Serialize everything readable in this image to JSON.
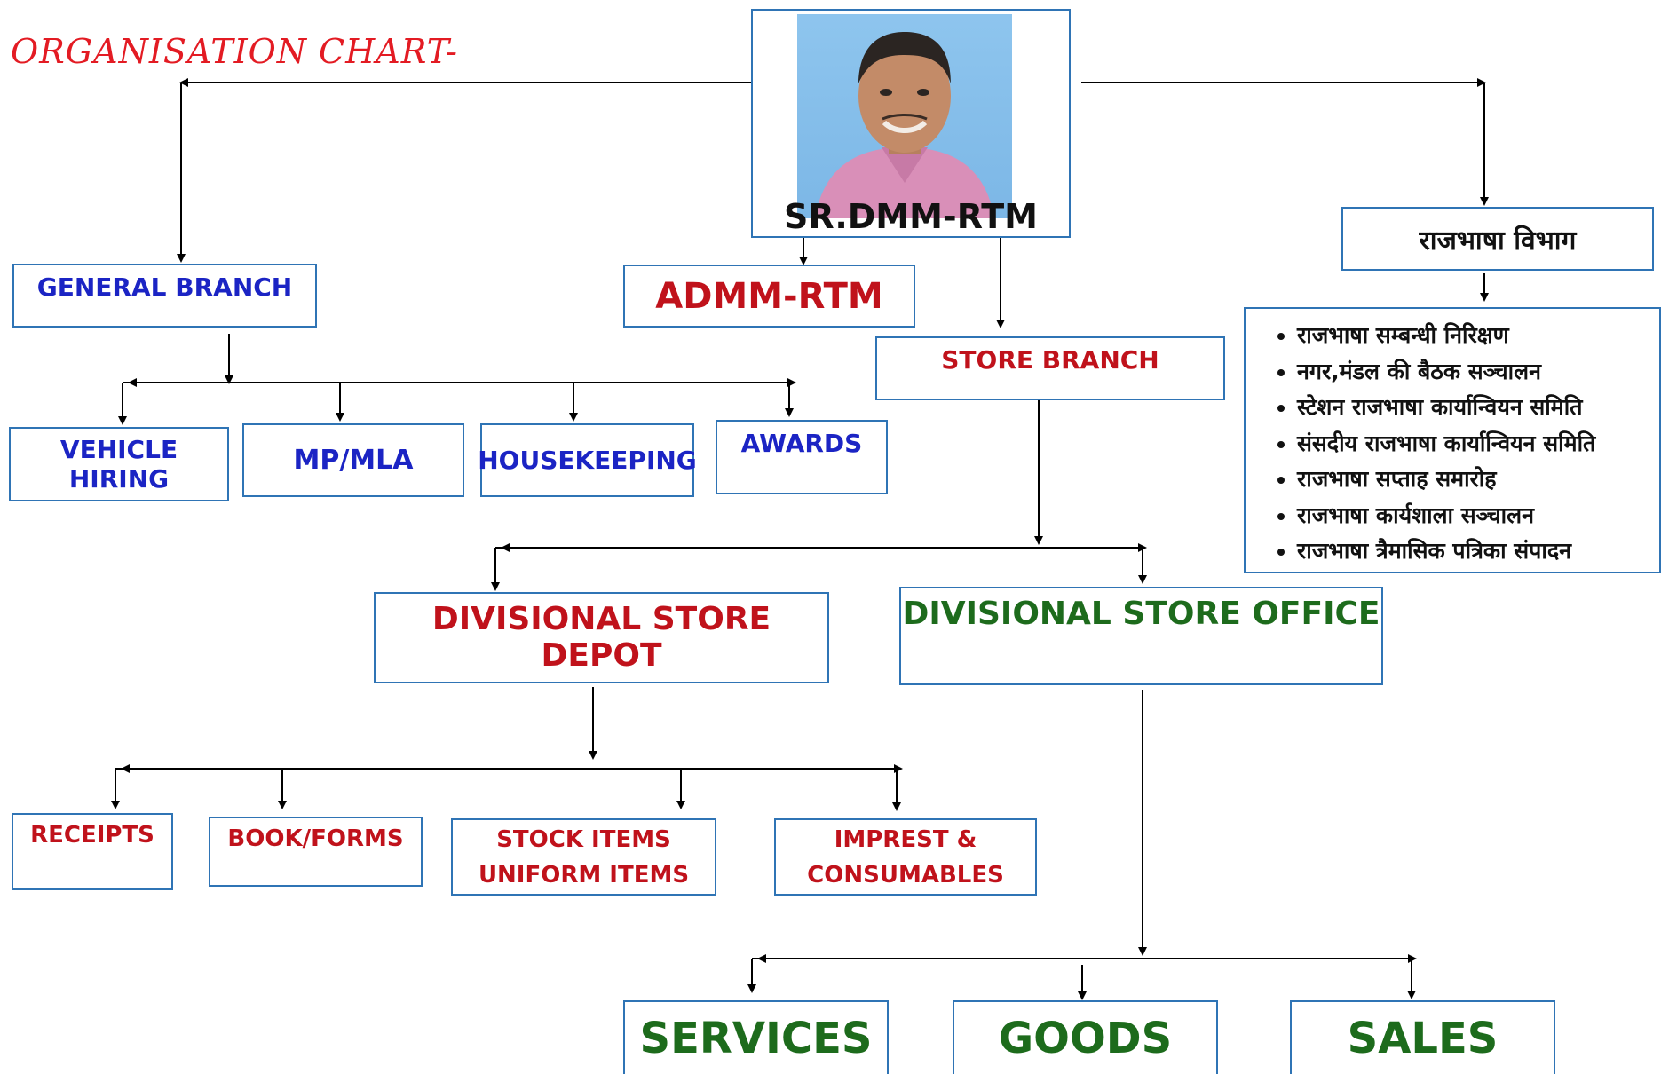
{
  "chart_title": "ORGANISATION CHART-",
  "head": {
    "label": "SR.DMM-RTM"
  },
  "boxes": {
    "general_branch": "GENERAL BRANCH",
    "admm": "ADMM-RTM",
    "store_branch": "STORE BRANCH",
    "rajbhasha": "राजभाषा विभाग",
    "vehicle_hiring": "VEHICLE HIRING",
    "mp_mla": "MP/MLA",
    "housekeeping": "HOUSEKEEPING",
    "awards": "AWARDS",
    "store_depot": "DIVISIONAL STORE DEPOT",
    "store_office": "DIVISIONAL STORE OFFICE",
    "receipts": "RECEIPTS",
    "book_forms": "BOOK/FORMS",
    "stock_items_1": "STOCK ITEMS",
    "stock_items_2": "UNIFORM ITEMS",
    "imprest_1": "IMPREST &",
    "imprest_2": "CONSUMABLES",
    "services": "SERVICES",
    "goods": "GOODS",
    "sales": "SALES"
  },
  "rajbhasha_duties": [
    "राजभाषा सम्बन्धी निरिक्षण",
    "नगर,मंडल की बैठक सञ्चालन",
    "स्टेशन राजभाषा कार्यान्वियन समिति",
    "संसदीय राजभाषा कार्यान्वियन समिति",
    "राजभाषा सप्ताह समारोह",
    "राजभाषा कार्यशाला सञ्चालन",
    "राजभाषा त्रैमासिक पत्रिका संपादन"
  ],
  "colors": {
    "blue": "#1b24c4",
    "red": "#c0121b",
    "green": "#1d6b1c",
    "border": "#2f74b5",
    "title": "#e31b23"
  }
}
